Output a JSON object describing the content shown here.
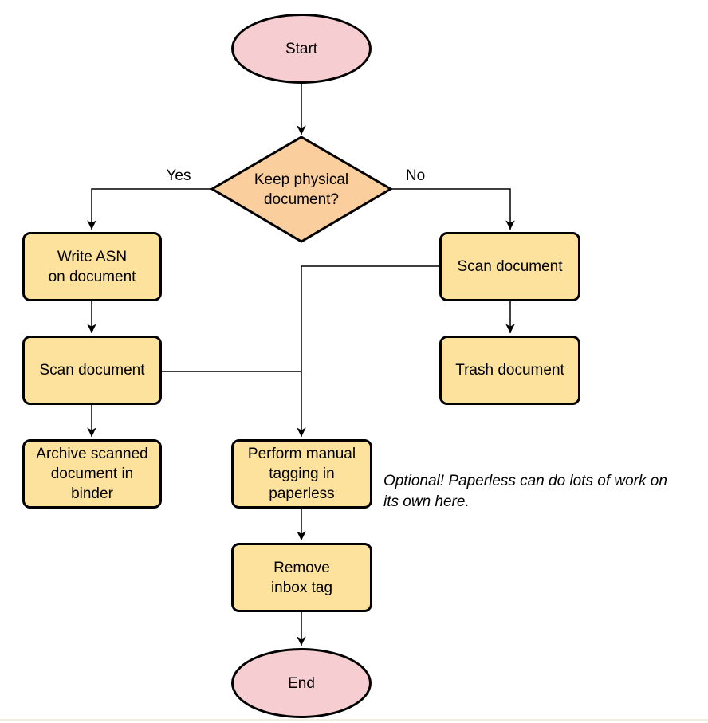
{
  "diagram": {
    "nodes": {
      "start": {
        "type": "terminal",
        "label": "Start"
      },
      "decision": {
        "type": "decision",
        "label": "Keep physical\ndocument?"
      },
      "write_asn": {
        "type": "process",
        "label": "Write ASN\non document"
      },
      "scan_left": {
        "type": "process",
        "label": "Scan document"
      },
      "archive": {
        "type": "process",
        "label": "Archive scanned\ndocument in\nbinder"
      },
      "scan_right": {
        "type": "process",
        "label": "Scan document"
      },
      "trash": {
        "type": "process",
        "label": "Trash document"
      },
      "tagging": {
        "type": "process",
        "label": "Perform manual\ntagging in\npaperless"
      },
      "remove_inbox": {
        "type": "process",
        "label": "Remove\ninbox tag"
      },
      "end": {
        "type": "terminal",
        "label": "End"
      }
    },
    "edge_labels": {
      "yes": "Yes",
      "no": "No"
    },
    "note": "Optional! Paperless can do lots of work on\nits own here.",
    "colors": {
      "terminal_fill": "#f6cdd0",
      "decision_fill": "#fbce9d",
      "process_fill": "#fce29c",
      "stroke": "#000000"
    }
  }
}
